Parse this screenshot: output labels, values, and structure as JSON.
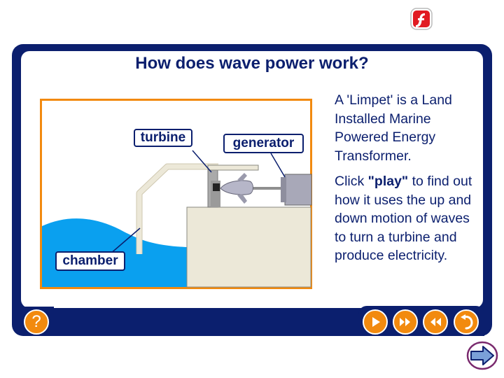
{
  "title": "How does wave power work?",
  "diagram": {
    "labels": {
      "turbine": "turbine",
      "generator": "generator",
      "chamber": "chamber"
    }
  },
  "description": {
    "para1": "A 'Limpet' is a Land Installed Marine Powered Energy Transformer.",
    "para2_prefix": "Click ",
    "para2_bold": "\"play\"",
    "para2_suffix": " to find out how it uses the up and down motion of waves to turn a turbine and produce electricity."
  },
  "controls": {
    "help_label": "?",
    "icons": [
      "flash-icon",
      "help-icon",
      "play-icon",
      "fast-forward-icon",
      "rewind-icon",
      "replay-icon",
      "next-arrow-icon"
    ]
  },
  "colors": {
    "frame": "#0b1f6e",
    "accent": "#f28a0f",
    "water": "#0aa0ef",
    "concrete": "#ece8d8"
  }
}
